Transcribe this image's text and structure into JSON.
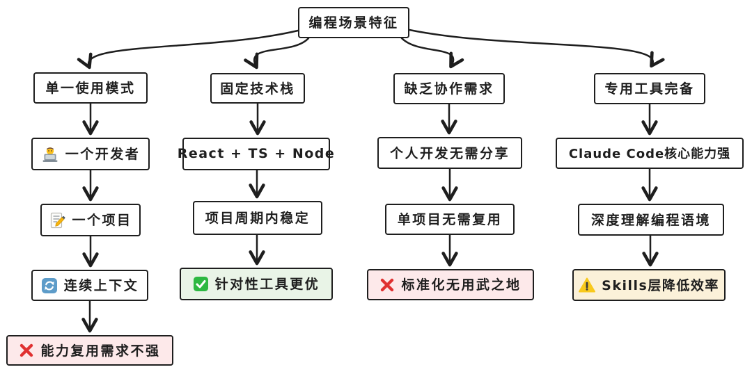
{
  "root": {
    "label": "编程场景特征"
  },
  "columns": [
    {
      "header": "单一使用模式",
      "steps": [
        {
          "icon": "technologist",
          "label": "一个开发者"
        },
        {
          "icon": "memo",
          "label": "一个项目"
        },
        {
          "icon": "refresh",
          "label": "连续上下文"
        }
      ],
      "result": {
        "icon": "cross-mark",
        "label": "能力复用需求不强",
        "tone": "negative"
      }
    },
    {
      "header": "固定技术栈",
      "steps": [
        {
          "icon": "none",
          "label": "React + TS + Node"
        },
        {
          "icon": "none",
          "label": "项目周期内稳定"
        }
      ],
      "result": {
        "icon": "check-mark",
        "label": "针对性工具更优",
        "tone": "positive"
      }
    },
    {
      "header": "缺乏协作需求",
      "steps": [
        {
          "icon": "none",
          "label": "个人开发无需分享"
        },
        {
          "icon": "none",
          "label": "单项目无需复用"
        }
      ],
      "result": {
        "icon": "cross-mark",
        "label": "标准化无用武之地",
        "tone": "negative"
      }
    },
    {
      "header": "专用工具完备",
      "steps": [
        {
          "icon": "none",
          "label": "Claude Code核心能力强"
        },
        {
          "icon": "none",
          "label": "深度理解编程语境"
        }
      ],
      "result": {
        "icon": "warning",
        "label": "Skills层降低效率",
        "tone": "warning"
      }
    }
  ],
  "colors": {
    "stroke": "#1e1e1e",
    "negative_bg": "#fde9ea",
    "positive_bg": "#e9f4e7",
    "warning_bg": "#fbf1d9",
    "cross_red": "#e03131",
    "check_green": "#2db842",
    "warning_yellow": "#f8c91c",
    "refresh_blue": "#5d9cc9"
  }
}
